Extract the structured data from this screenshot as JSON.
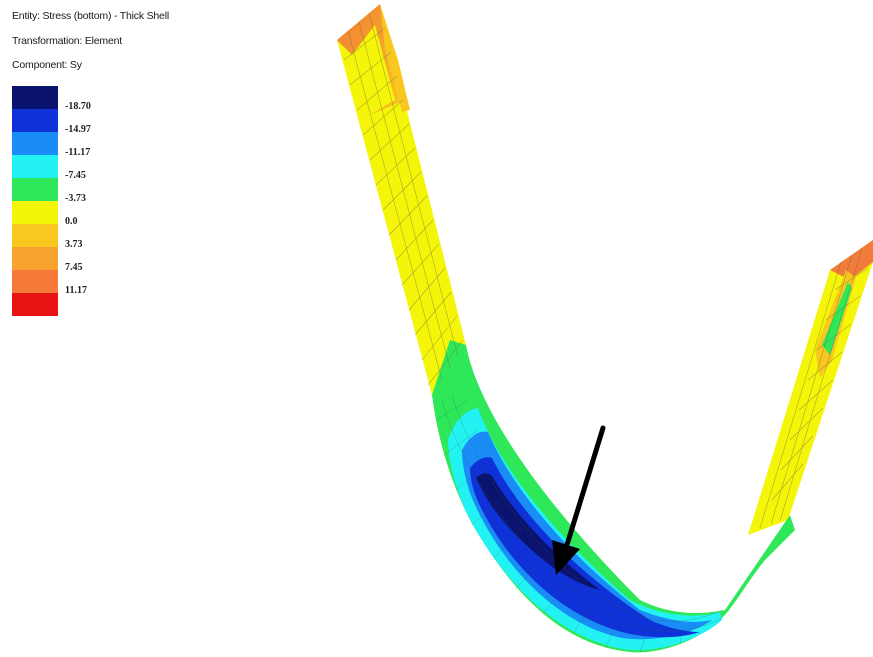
{
  "header": {
    "entity": "Entity: Stress (bottom) - Thick Shell",
    "transformation": "Transformation: Element",
    "component": "Component: Sy"
  },
  "legend": {
    "swatches": [
      "#0a1470",
      "#0f32d8",
      "#1a8cf5",
      "#22f2f2",
      "#2ee85a",
      "#f5f50a",
      "#f8c81e",
      "#f8a230",
      "#f57a3a",
      "#e81414"
    ],
    "labels": [
      "-18.70",
      "-14.97",
      "-11.17",
      "-7.45",
      "-3.73",
      "0.0",
      "3.73",
      "7.45",
      "11.17"
    ]
  }
}
